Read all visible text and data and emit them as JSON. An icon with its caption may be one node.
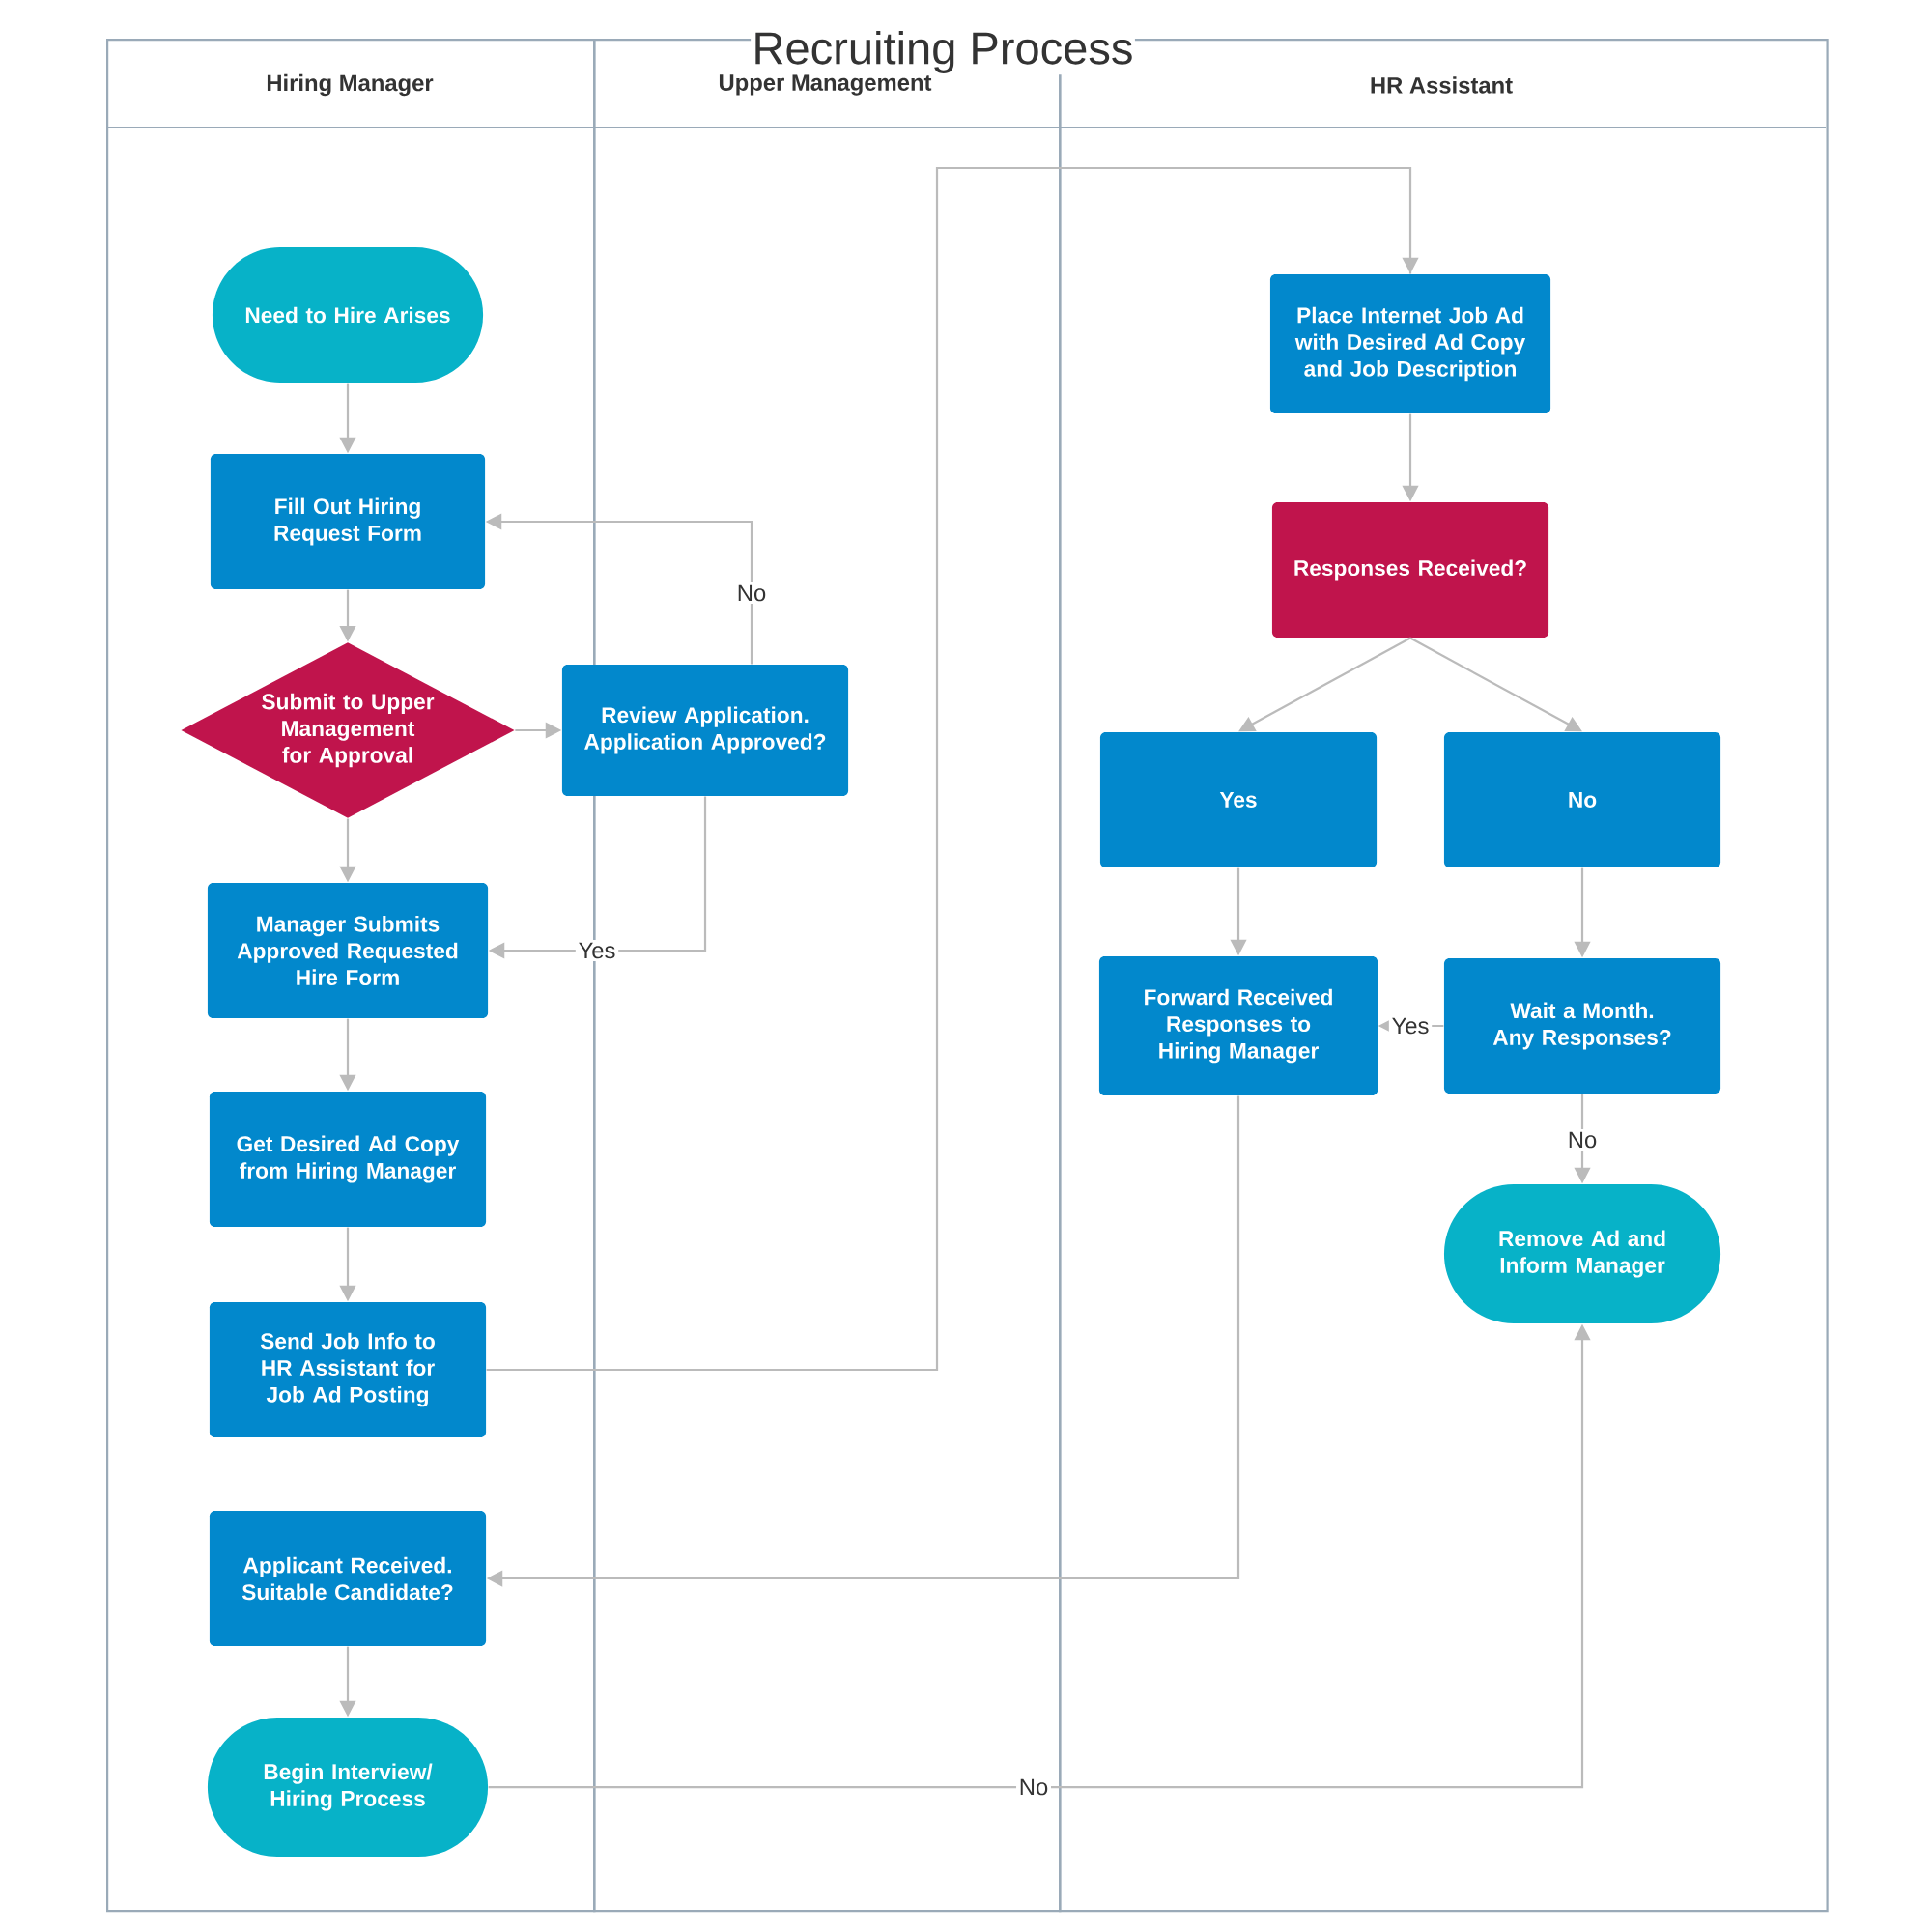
{
  "diagram": {
    "title": "Recruiting Process",
    "nodes": [
      {
        "text": [
          "Hiring Manager"
        ]
      },
      {
        "text": [
          "Upper Management"
        ]
      },
      {
        "text": [
          "HR Assistant"
        ]
      },
      {
        "text": [
          "Need to Hire Arises"
        ],
        "in": 0
      },
      {
        "text": [
          "Fill Out Hiring Request Form"
        ],
        "in": 0
      },
      {
        "text": [
          "Submit to Upper Management for Approval"
        ],
        "in": 0
      },
      {
        "text": [
          "Review Application. Application Approved?"
        ],
        "in": 1
      },
      {
        "text": [
          "Manager Submits Approved Requested Hire Form"
        ],
        "in": 0
      },
      {
        "text": [
          "Get Desired Ad Copy from Hiring Manager"
        ],
        "in": 0
      },
      {
        "text": [
          "Send Job Info to HR Assistant for Job Ad Posting"
        ],
        "in": 0
      },
      {
        "text": [
          "Applicant Received. Suitable Candidate?"
        ],
        "in": 0
      },
      {
        "text": [
          "Begin Interview/ Hiring Process"
        ],
        "in": 0
      },
      {
        "text": [
          "Place Internet Job Ad with Desired Ad Copy and Job Description"
        ],
        "in": 2
      },
      {
        "text": [
          "Responses Received?"
        ],
        "in": 2
      },
      {
        "text": [
          "Yes"
        ],
        "in": 2
      },
      {
        "text": [
          "No"
        ],
        "in": 2
      },
      {
        "text": [
          "Forward Received Responses to Hiring Manager"
        ],
        "in": 2
      },
      {
        "text": [
          "Wait a Month. Any Responses?"
        ],
        "in": 2
      },
      {
        "text": [
          "Remove Ad and Inform Manager"
        ],
        "in": 2
      }
    ],
    "edges": [
      {
        "from": 3,
        "to": 4,
        "arrow": "to"
      },
      {
        "from": 4,
        "to": 5,
        "arrow": "to"
      },
      {
        "from": 5,
        "to": 6,
        "arrow": "to"
      },
      {
        "from": 6,
        "to": 4,
        "arrow": "to",
        "label": "No"
      },
      {
        "from": 6,
        "to": 7,
        "arrow": "to",
        "label": "Yes"
      },
      {
        "from": 5,
        "to": 7,
        "arrow": "to"
      },
      {
        "from": 7,
        "to": 8,
        "arrow": "to"
      },
      {
        "from": 8,
        "to": 9,
        "arrow": "to"
      },
      {
        "from": 9,
        "to": 12,
        "arrow": "to"
      },
      {
        "from": 12,
        "to": 13,
        "arrow": "to"
      },
      {
        "from": 13,
        "to": 14,
        "arrow": "to"
      },
      {
        "from": 13,
        "to": 15,
        "arrow": "to"
      },
      {
        "from": 14,
        "to": 16,
        "arrow": "to"
      },
      {
        "from": 15,
        "to": 17,
        "arrow": "to"
      },
      {
        "from": 17,
        "to": 16,
        "arrow": "to",
        "label": "Yes"
      },
      {
        "from": 17,
        "to": 18,
        "arrow": "to",
        "label": "No"
      },
      {
        "from": 16,
        "to": 10,
        "arrow": "to"
      },
      {
        "from": 10,
        "to": 11,
        "arrow": "to"
      },
      {
        "from": 11,
        "to": 18,
        "arrow": "to",
        "label": "No"
      }
    ]
  }
}
